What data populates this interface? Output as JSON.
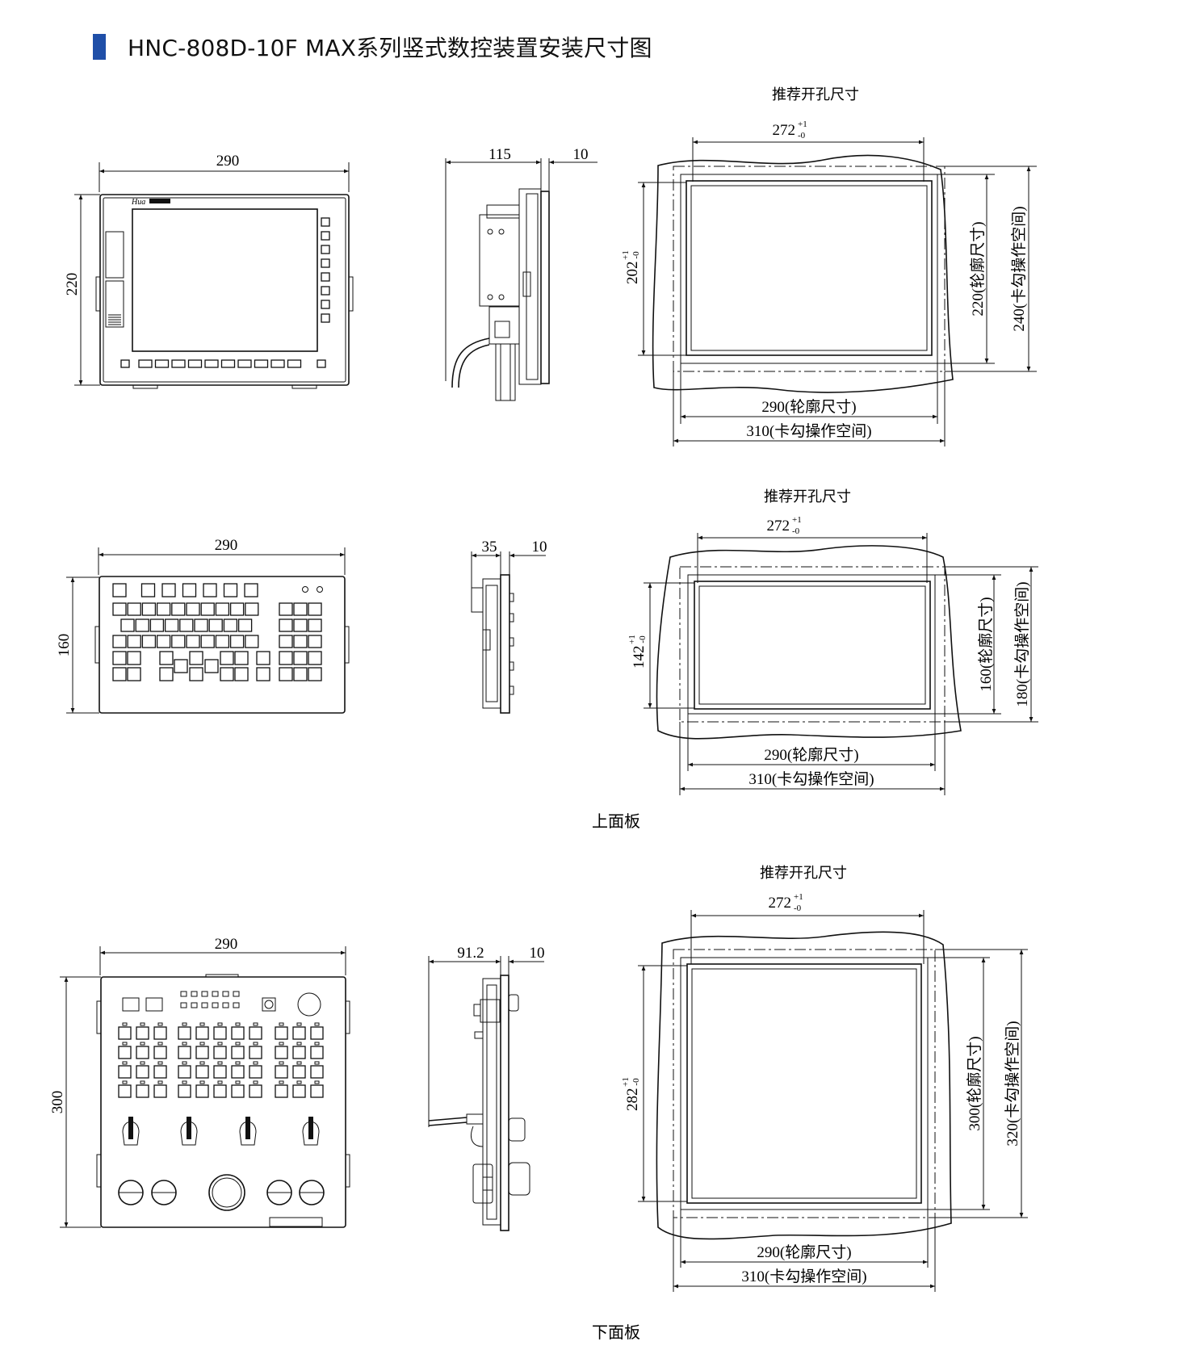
{
  "header": {
    "title": "HNC-808D-10F MAX系列竖式数控装置安装尺寸图",
    "accent_color": "#1f4fa8"
  },
  "sections": {
    "upper_panel_label": "上面板",
    "lower_panel_label": "下面板"
  },
  "views": [
    {
      "id": "display-unit",
      "front": {
        "width": "290",
        "height": "220"
      },
      "side": {
        "depth": "115",
        "flange": "10"
      },
      "cutout": {
        "caption": "推荐开孔尺寸",
        "hole_width_base": "272",
        "hole_width_tol_upper": "+1",
        "hole_width_tol_lower": "-0",
        "hole_height_base": "202",
        "hole_height_tol_upper": "+1",
        "hole_height_tol_lower": "-0",
        "outline_height": "220(轮廓尺寸)",
        "clip_height": "240(卡勾操作空间)",
        "outline_width": "290(轮廓尺寸)",
        "clip_width": "310(卡勾操作空间)"
      }
    },
    {
      "id": "upper-panel",
      "front": {
        "width": "290",
        "height": "160"
      },
      "side": {
        "depth": "35",
        "flange": "10"
      },
      "cutout": {
        "caption": "推荐开孔尺寸",
        "hole_width_base": "272",
        "hole_width_tol_upper": "+1",
        "hole_width_tol_lower": "-0",
        "hole_height_base": "142",
        "hole_height_tol_upper": "+1",
        "hole_height_tol_lower": "-0",
        "outline_height": "160(轮廓尺寸)",
        "clip_height": "180(卡勾操作空间)",
        "outline_width": "290(轮廓尺寸)",
        "clip_width": "310(卡勾操作空间)"
      }
    },
    {
      "id": "lower-panel",
      "front": {
        "width": "290",
        "height": "300"
      },
      "side": {
        "depth": "91.2",
        "flange": "10"
      },
      "cutout": {
        "caption": "推荐开孔尺寸",
        "hole_width_base": "272",
        "hole_width_tol_upper": "+1",
        "hole_width_tol_lower": "-0",
        "hole_height_base": "282",
        "hole_height_tol_upper": "+1",
        "hole_height_tol_lower": "-0",
        "outline_height": "300(轮廓尺寸)",
        "clip_height": "320(卡勾操作空间)",
        "outline_width": "290(轮廓尺寸)",
        "clip_width": "310(卡勾操作空间)"
      }
    }
  ]
}
